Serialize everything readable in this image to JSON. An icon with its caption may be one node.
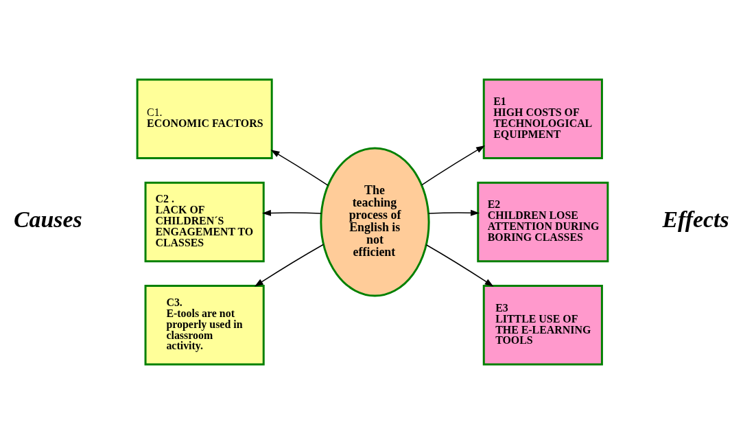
{
  "diagram": {
    "nodes": [
      {
        "text": [
          "The teaching process of English is not efficient"
        ]
      },
      {
        "text": [
          "C1.",
          "ECONOMIC FACTORS"
        ]
      },
      {
        "text": [
          "C2 .",
          "LACK OF CHILDREN´S ENGAGEMENT TO CLASSES"
        ]
      },
      {
        "text": [
          "C3.",
          "E-tools are not properly used in classroom activity."
        ]
      },
      {
        "text": [
          "E1",
          "HIGH COSTS OF TECHNOLOGICAL EQUIPMENT"
        ]
      },
      {
        "text": [
          "E2",
          "CHILDREN LOSE ATTENTION DURING BORING CLASSES"
        ]
      },
      {
        "text": [
          "E3",
          "LITTLE USE OF THE E-LEARNING TOOLS"
        ]
      }
    ],
    "edges": [
      {
        "from": 0,
        "to": 1,
        "arrow": "to"
      },
      {
        "from": 0,
        "to": 2,
        "arrow": "to"
      },
      {
        "from": 0,
        "to": 3,
        "arrow": "to"
      },
      {
        "from": 0,
        "to": 4,
        "arrow": "to"
      },
      {
        "from": 0,
        "to": 5,
        "arrow": "to"
      },
      {
        "from": 0,
        "to": 6,
        "arrow": "to"
      }
    ],
    "labels": [
      "Causes",
      "Effects"
    ]
  }
}
